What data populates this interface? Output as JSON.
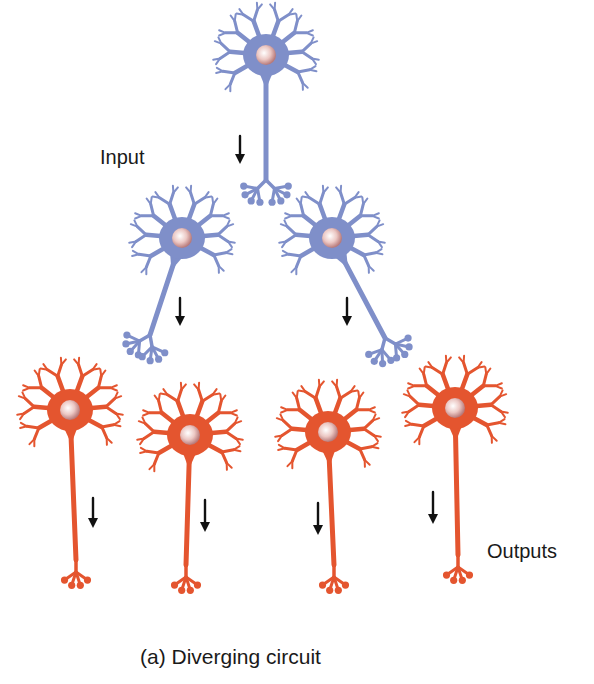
{
  "diagram": {
    "caption": "(a) Diverging circuit",
    "labels": [
      "Input",
      "Outputs"
    ]
  }
}
